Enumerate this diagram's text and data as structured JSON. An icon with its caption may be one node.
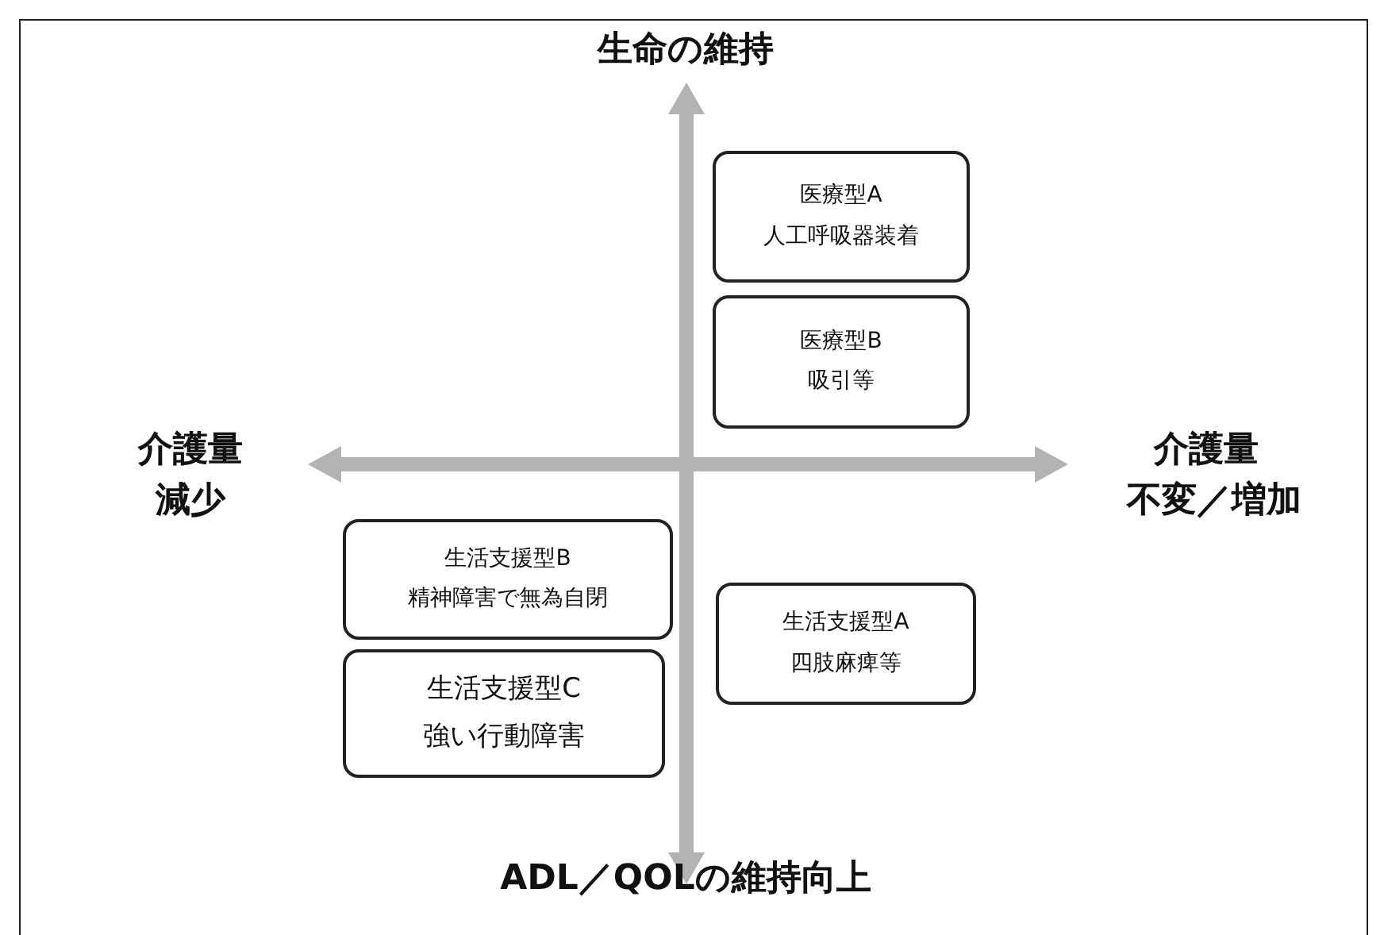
{
  "diagram": {
    "nodes": [
      {
        "text": [
          "医療型A",
          "人工呼吸器装着"
        ]
      },
      {
        "text": [
          "医療型B",
          "吸引等"
        ]
      },
      {
        "text": [
          "生活支援型B",
          "精神障害で無為自閉"
        ]
      },
      {
        "text": [
          "生活支援型C",
          "強い行動障害"
        ]
      },
      {
        "text": [
          "生活支援型A",
          "四肢麻痺等"
        ]
      }
    ],
    "labels": [
      "生命の維持",
      "介護量",
      "減少",
      "介護量",
      "不変／増加",
      "ADL／QOLの維持向上"
    ]
  }
}
